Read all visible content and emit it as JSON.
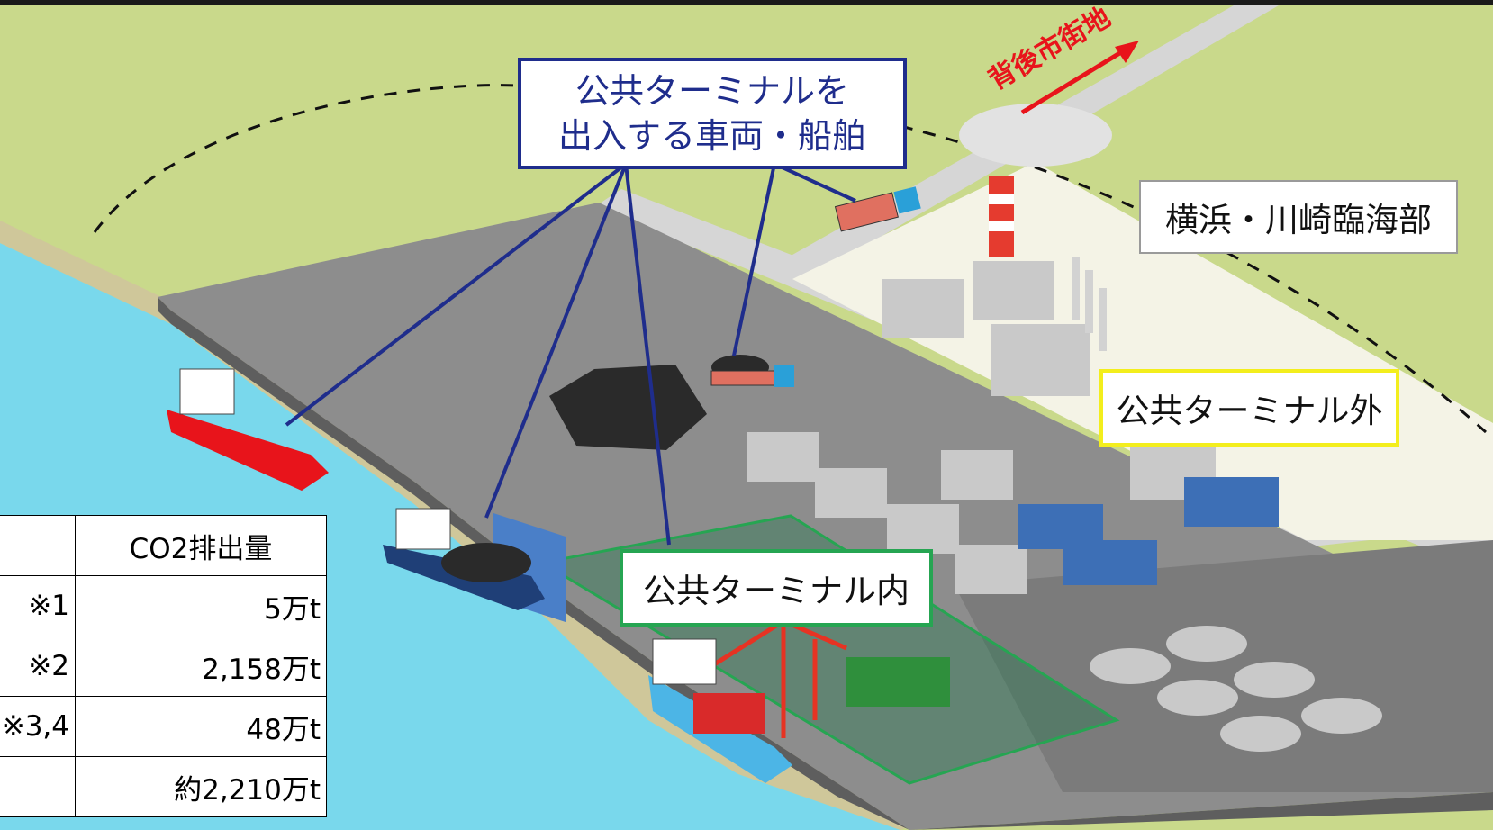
{
  "labels": {
    "in_out_line1": "公共ターミナルを",
    "in_out_line2": "出入する車両・船舶",
    "area": "横浜・川崎臨海部",
    "outside": "公共ターミナル外",
    "inside": "公共ターミナル内",
    "city": "背後市街地"
  },
  "table": {
    "header": "CO2排出量",
    "rows": [
      {
        "note": "※1",
        "value": "5万t"
      },
      {
        "note": "※2",
        "value": "2,158万t"
      },
      {
        "note": "※3,4",
        "value": "48万t"
      },
      {
        "note": "",
        "value": "約2,210万t"
      }
    ]
  },
  "colors": {
    "sea": "#79d8ec",
    "land": "#c9d98b",
    "terminal": "#8d8d8d",
    "inside_border": "#26a552",
    "outside_border": "#f3ee1d",
    "callout_line": "#1f2d8c",
    "city_arrow": "#e8141b"
  }
}
